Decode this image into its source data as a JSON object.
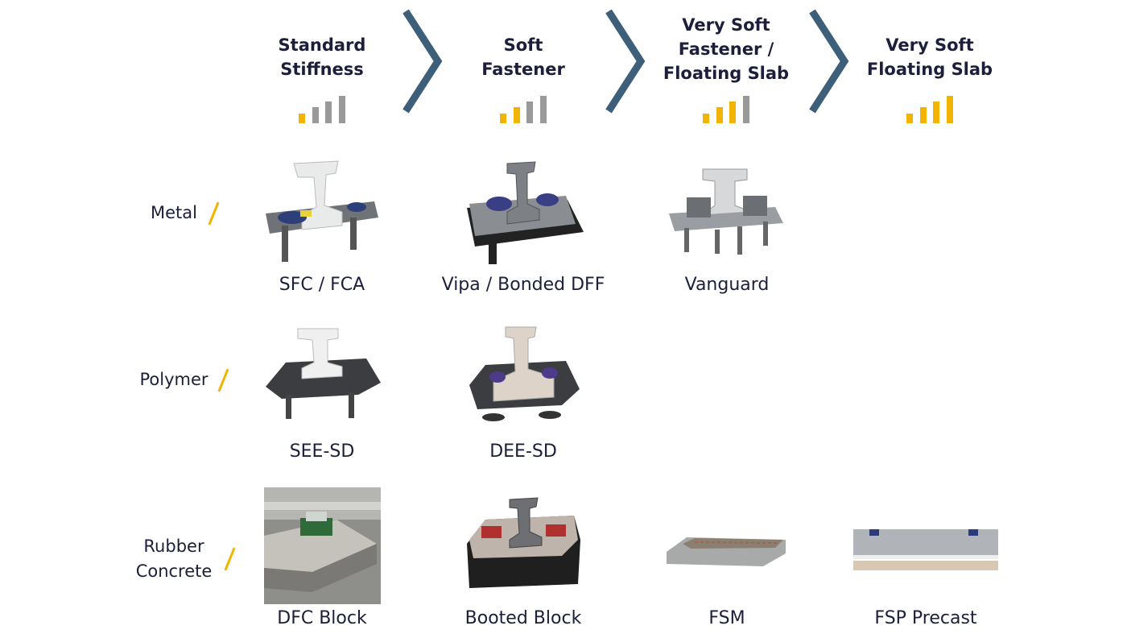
{
  "stages": [
    {
      "title_lines": [
        "Standard",
        "Stiffness"
      ],
      "level": 1
    },
    {
      "title_lines": [
        "Soft",
        "Fastener"
      ],
      "level": 2
    },
    {
      "title_lines": [
        "Very Soft",
        "Fastener /",
        "Floating Slab"
      ],
      "level": 3
    },
    {
      "title_lines": [
        "Very Soft",
        "Floating Slab"
      ],
      "level": 4
    }
  ],
  "rows": [
    {
      "label_lines": [
        "Metal"
      ],
      "products": [
        "SFC / FCA",
        "Vipa / Bonded DFF",
        "Vanguard"
      ]
    },
    {
      "label_lines": [
        "Polymer"
      ],
      "products": [
        "SEE-SD",
        "DEE-SD"
      ]
    },
    {
      "label_lines": [
        "Rubber",
        "Concrete"
      ],
      "products": [
        "DFC Block",
        "Booted Block",
        "FSM",
        "FSP Precast"
      ]
    }
  ],
  "colors": {
    "text": "#1b1f3b",
    "chevron": "#3d5f7a",
    "bar_on": "#f2b400",
    "bar_off": "#999999"
  }
}
